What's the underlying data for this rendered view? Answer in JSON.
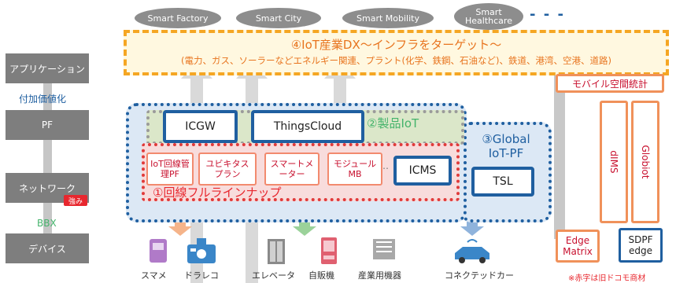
{
  "left_stack": {
    "application": "アプリケーション",
    "value_add": "付加価値化",
    "pf": "PF",
    "network": "ネットワーク",
    "strength_badge": "強み",
    "bbx": "BBX",
    "device": "デバイス"
  },
  "clouds": [
    "Smart Factory",
    "Smart City",
    "Smart Mobility",
    "Smart Healthcare"
  ],
  "dx_banner": {
    "title": "④IoT産業DX～インフラをターゲット～",
    "subtitle": "(電力、ガス、ソーラーなどエネルギー関連、プラント(化学、鉄鋼、石油など)、鉄道、港湾、空港、道路)"
  },
  "product_iot": {
    "label": "②製品IoT",
    "icgw": "ICGW",
    "thingscloud": "ThingsCloud"
  },
  "full_lineup": {
    "label": "①回線フルラインナップ",
    "items": [
      "IoT回線管理PF",
      "ユビキタスプラン",
      "スマートメーター",
      "モジュールMB"
    ],
    "ellipsis": "‥",
    "icms": "ICMS"
  },
  "global": {
    "label_line1": "③Global",
    "label_line2": "IoT-PF",
    "tsl": "TSL"
  },
  "right_column": {
    "mobile_stats": "モバイル空間統計",
    "dims": "dIMS",
    "globiot": "Globiot",
    "edge_matrix": "Edge Matrix",
    "sdpf_edge": "SDPF edge"
  },
  "devices": [
    "スマメ",
    "ドラレコ",
    "エレベータ",
    "自販機",
    "産業用機器",
    "コネクテッドカー"
  ],
  "note": "※赤字は旧ドコモ商材",
  "colors": {
    "orange": "#f5a623",
    "blue": "#1f5fa0",
    "red": "#c8102e",
    "green": "#44b36b",
    "grey": "#7e7e7e"
  }
}
